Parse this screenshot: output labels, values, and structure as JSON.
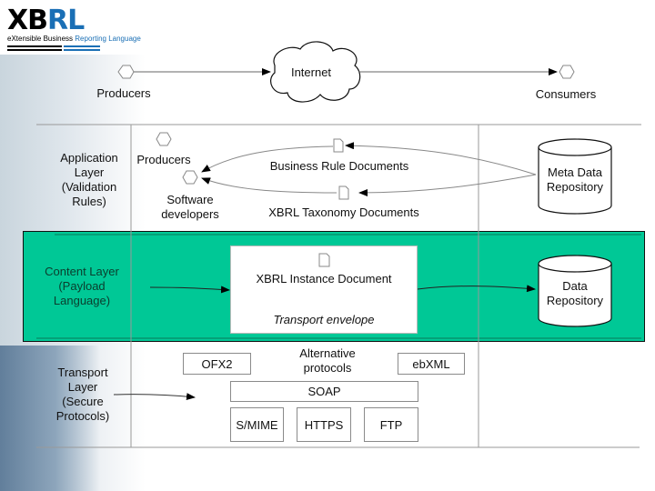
{
  "logo": {
    "part1": "XB",
    "part2": "RL",
    "subtitle_part1": "eXtensible Business",
    "subtitle_part2": "Reporting Language",
    "colors": {
      "black": "#000000",
      "blue": "#1a6fb5"
    }
  },
  "top_flow": {
    "producers": "Producers",
    "internet": "Internet",
    "consumers": "Consumers"
  },
  "layers": {
    "application": "Application Layer (Validation Rules)",
    "application_lines": [
      "Application",
      "Layer",
      "(Validation",
      "Rules)"
    ],
    "content_lines": [
      "Content Layer",
      "(Payload",
      "Language)"
    ],
    "transport_lines": [
      "Transport",
      "Layer",
      "(Secure",
      "Protocols)"
    ]
  },
  "application_layer": {
    "producers": "Producers",
    "software_developers_lines": [
      "Software",
      "developers"
    ],
    "business_rule_documents": "Business Rule Documents",
    "taxonomy_documents": "XBRL Taxonomy Documents",
    "meta_repository_lines": [
      "Meta Data",
      "Repository"
    ]
  },
  "content_layer": {
    "instance_document": "XBRL Instance Document",
    "transport_envelope": "Transport envelope",
    "data_repository_lines": [
      "Data",
      "Repository"
    ],
    "highlight_color": "#00c896"
  },
  "transport_layer": {
    "alternative_lines": [
      "Alternative",
      "protocols"
    ],
    "ofx2": "OFX2",
    "ebxml": "ebXML",
    "soap": "SOAP",
    "smime": "S/MIME",
    "https": "HTTPS",
    "ftp": "FTP"
  }
}
